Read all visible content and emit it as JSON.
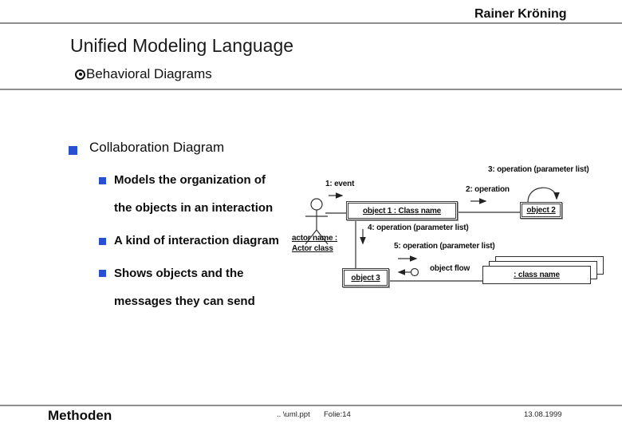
{
  "header": {
    "author": "Rainer Kröning",
    "title": "Unified Modeling Language",
    "subtitle": "Behavioral Diagrams"
  },
  "content": {
    "heading": "Collaboration Diagram",
    "points": [
      {
        "lines": [
          "Models the organization of",
          "the objects in an interaction"
        ]
      },
      {
        "lines": [
          "A kind of interaction diagram"
        ]
      },
      {
        "lines": [
          "Shows objects and the",
          "messages they can send"
        ]
      }
    ]
  },
  "diagram": {
    "actor_label_line1": "actor name :",
    "actor_label_line2": "Actor class",
    "msg1": "1: event",
    "msg2": "2: operation",
    "msg3": "3: operation (parameter list)",
    "msg4": "4: operation (parameter list)",
    "msg5": "5: operation (parameter list)",
    "object1": "object 1 : Class name",
    "object2": "object 2",
    "object3": "object 3",
    "object_flow_label": "object flow",
    "multiobject": ": class name"
  },
  "footer": {
    "section": "Methoden",
    "file": ".. \\uml.ppt",
    "page": "Folie:14",
    "date": "13.08.1999"
  },
  "colors": {
    "bullet_blue": "#2a50d2",
    "rule_gray": "#8f8f8f",
    "diagram_stroke": "#333333"
  }
}
